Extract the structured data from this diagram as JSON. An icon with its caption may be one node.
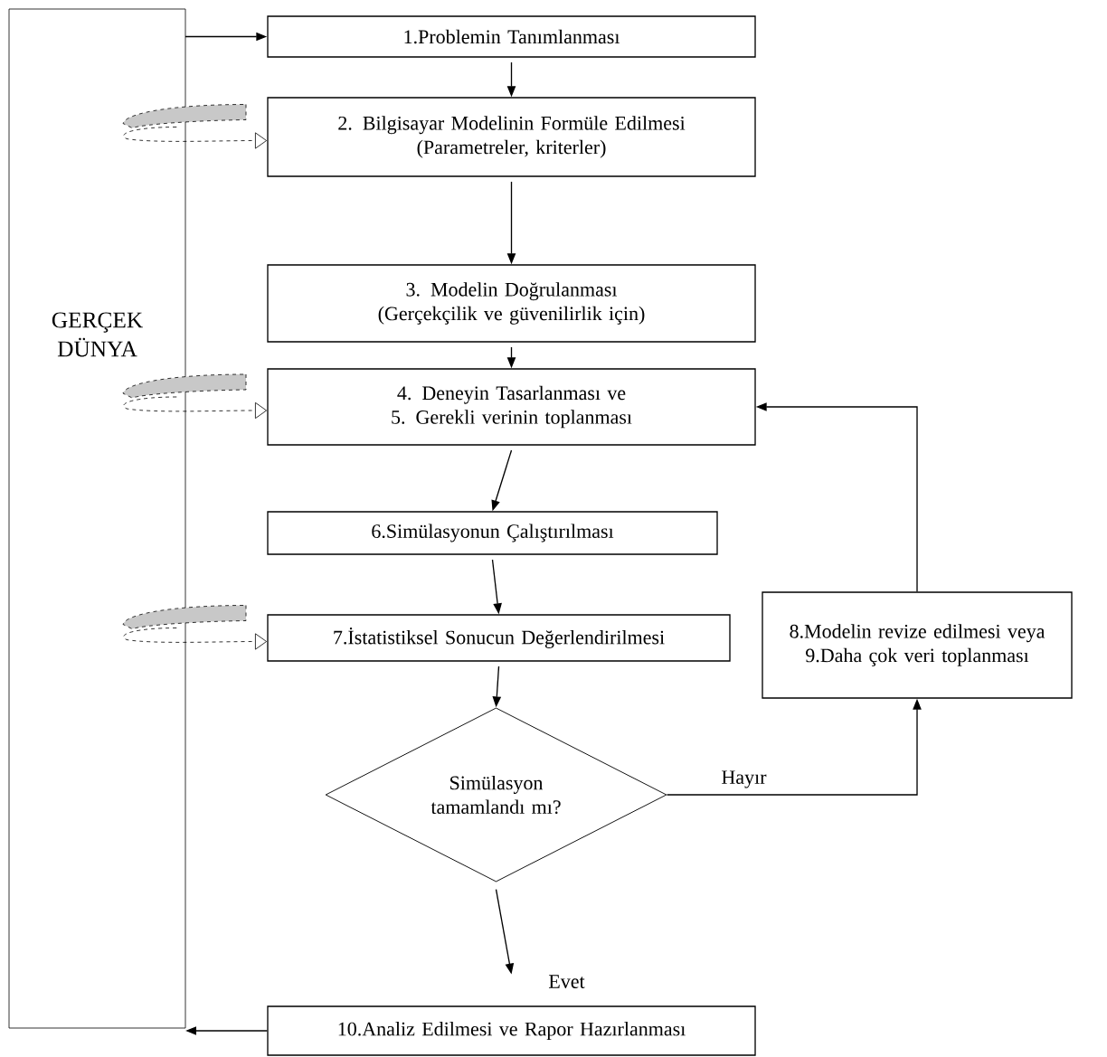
{
  "diagram": {
    "nodes": [
      {
        "text": [
          "GERÇEK DÜNYA"
        ]
      },
      {
        "text": [
          "1.Problemin Tanımlanması"
        ]
      },
      {
        "text": [
          "2. Bilgisayar Modelinin Formüle Edilmesi",
          "(Parametreler, kriterler)"
        ]
      },
      {
        "text": [
          "3. Modelin Doğrulanması",
          "(Gerçekçilik ve güvenilirlik için)"
        ]
      },
      {
        "text": [
          "4. Deneyin Tasarlanması ve",
          "5. Gerekli verinin toplanması"
        ]
      },
      {
        "text": [
          "6.Simülasyonun Çalıştırılması"
        ]
      },
      {
        "text": [
          "7.İstatistiksel Sonucun Değerlendirilmesi"
        ]
      },
      {
        "text": [
          "8.Modelin revize edilmesi veya 9.Daha çok veri toplanması"
        ]
      },
      {
        "text": [
          "Simülasyon tamamlandı mı?"
        ]
      },
      {
        "text": [
          "10.Analiz Edilmesi ve Rapor Hazırlanması"
        ]
      }
    ],
    "edges": [
      {
        "from": 0,
        "to": 1,
        "arrow": "to"
      },
      {
        "from": 0,
        "to": 2,
        "arrow": "to",
        "style": "dashed"
      },
      {
        "from": 1,
        "to": 2,
        "arrow": "to"
      },
      {
        "from": 2,
        "to": 3,
        "arrow": "to"
      },
      {
        "from": 0,
        "to": 4,
        "arrow": "to",
        "style": "dashed"
      },
      {
        "from": 3,
        "to": 4,
        "arrow": "to"
      },
      {
        "from": 4,
        "to": 5,
        "arrow": "to"
      },
      {
        "from": 5,
        "to": 6,
        "arrow": "to"
      },
      {
        "from": 0,
        "to": 6,
        "arrow": "to",
        "style": "dashed"
      },
      {
        "from": 6,
        "to": 8,
        "arrow": "to"
      },
      {
        "from": 8,
        "to": 7,
        "arrow": "to",
        "label": "Hayır"
      },
      {
        "from": 7,
        "to": 4,
        "arrow": "to"
      },
      {
        "from": 8,
        "to": 9,
        "arrow": "to",
        "label": "Evet"
      },
      {
        "from": 9,
        "to": 0,
        "arrow": "to"
      }
    ]
  }
}
